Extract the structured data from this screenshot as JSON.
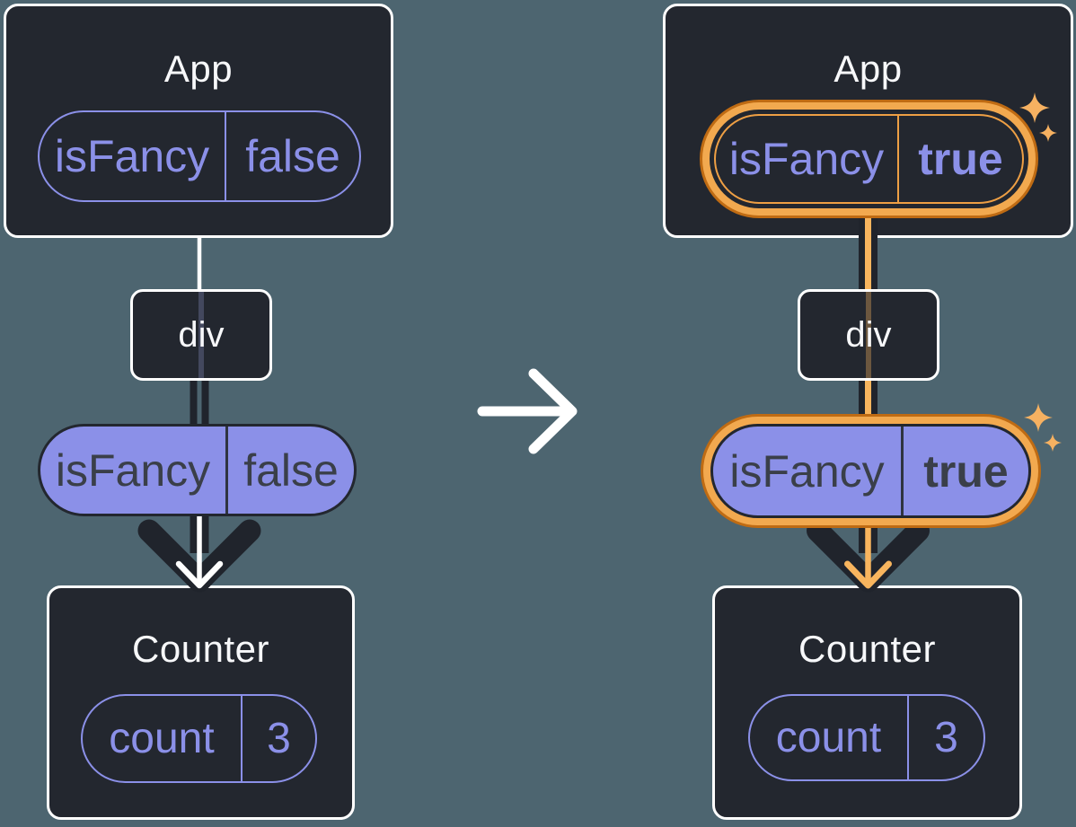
{
  "diagram": {
    "before": {
      "app": {
        "title": "App",
        "prop": {
          "label": "isFancy",
          "value": "false"
        }
      },
      "dom_node": {
        "label": "div"
      },
      "passed_prop": {
        "label": "isFancy",
        "value": "false"
      },
      "counter": {
        "title": "Counter",
        "state": {
          "label": "count",
          "value": "3"
        }
      }
    },
    "after": {
      "app": {
        "title": "App",
        "prop": {
          "label": "isFancy",
          "value": "true"
        }
      },
      "dom_node": {
        "label": "div"
      },
      "passed_prop": {
        "label": "isFancy",
        "value": "true"
      },
      "counter": {
        "title": "Counter",
        "state": {
          "label": "count",
          "value": "3"
        }
      }
    },
    "colors": {
      "background": "#4d6570",
      "card": "#23272f",
      "card_border": "#ffffff",
      "purple": "#8b90e8",
      "dark_text_on_purple": "#3a3f49",
      "arrow_dark": "#20242c",
      "highlight_orange": "#f8b55e",
      "ring_light": "#f2a94f",
      "ring_dark": "#bf6b13",
      "sparkle": "#f6b161"
    }
  }
}
